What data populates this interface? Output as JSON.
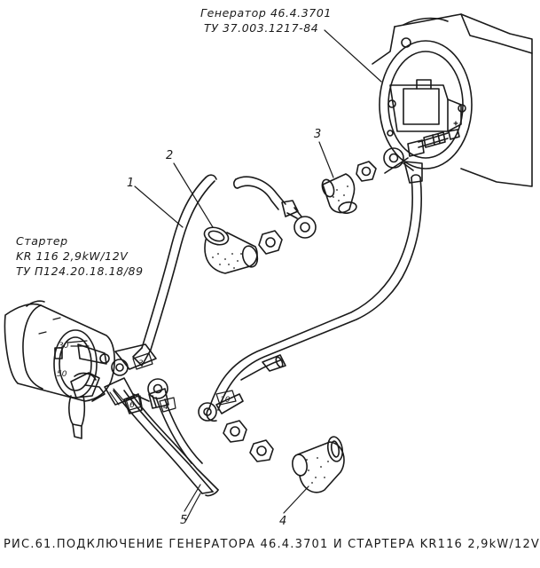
{
  "generator": {
    "line1": "Генератор 46.4.3701",
    "line2": "ТУ 37.003.1217-84"
  },
  "starter": {
    "line1": "Стартер",
    "line2": "KR 116 2,9kW/12V",
    "line3": "ТУ П124.20.18.18/89"
  },
  "callouts": [
    "1",
    "2",
    "3",
    "4",
    "5"
  ],
  "terminals": {
    "t30": "30",
    "t50": "50"
  },
  "wire_tags": {
    "w3": "3",
    "w6": "6",
    "w4": "4",
    "w10": "10"
  },
  "caption": "РИС.61.ПОДКЛЮЧЕНИЕ ГЕНЕРАТОРА 46.4.3701 И СТАРТЕРА KR116 2,9kW/12V"
}
